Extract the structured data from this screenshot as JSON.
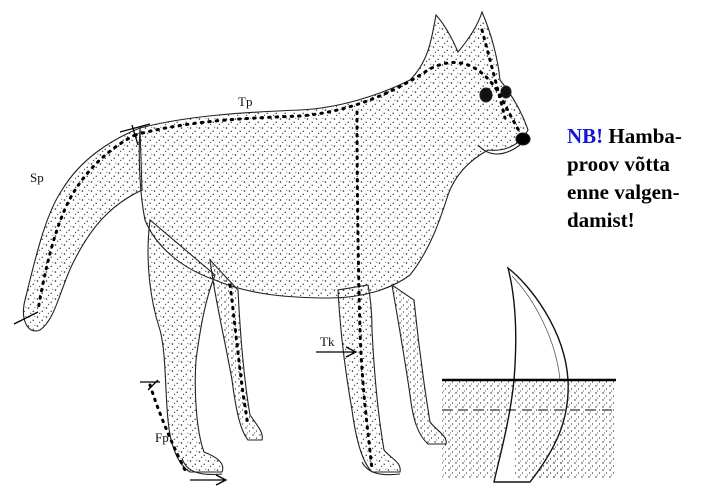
{
  "measurements": {
    "body_length_label": "Tp",
    "tail_length_label": "Sp",
    "hind_foot_label": "Fp",
    "shoulder_height_label": "Tk"
  },
  "note": {
    "highlight": "NB!",
    "lines": [
      "Hamba-",
      "proov võtta",
      "enne valgen-",
      "damist!"
    ]
  },
  "colors": {
    "highlight": "#1515d8",
    "ink": "#000000",
    "paper": "#ffffff"
  }
}
